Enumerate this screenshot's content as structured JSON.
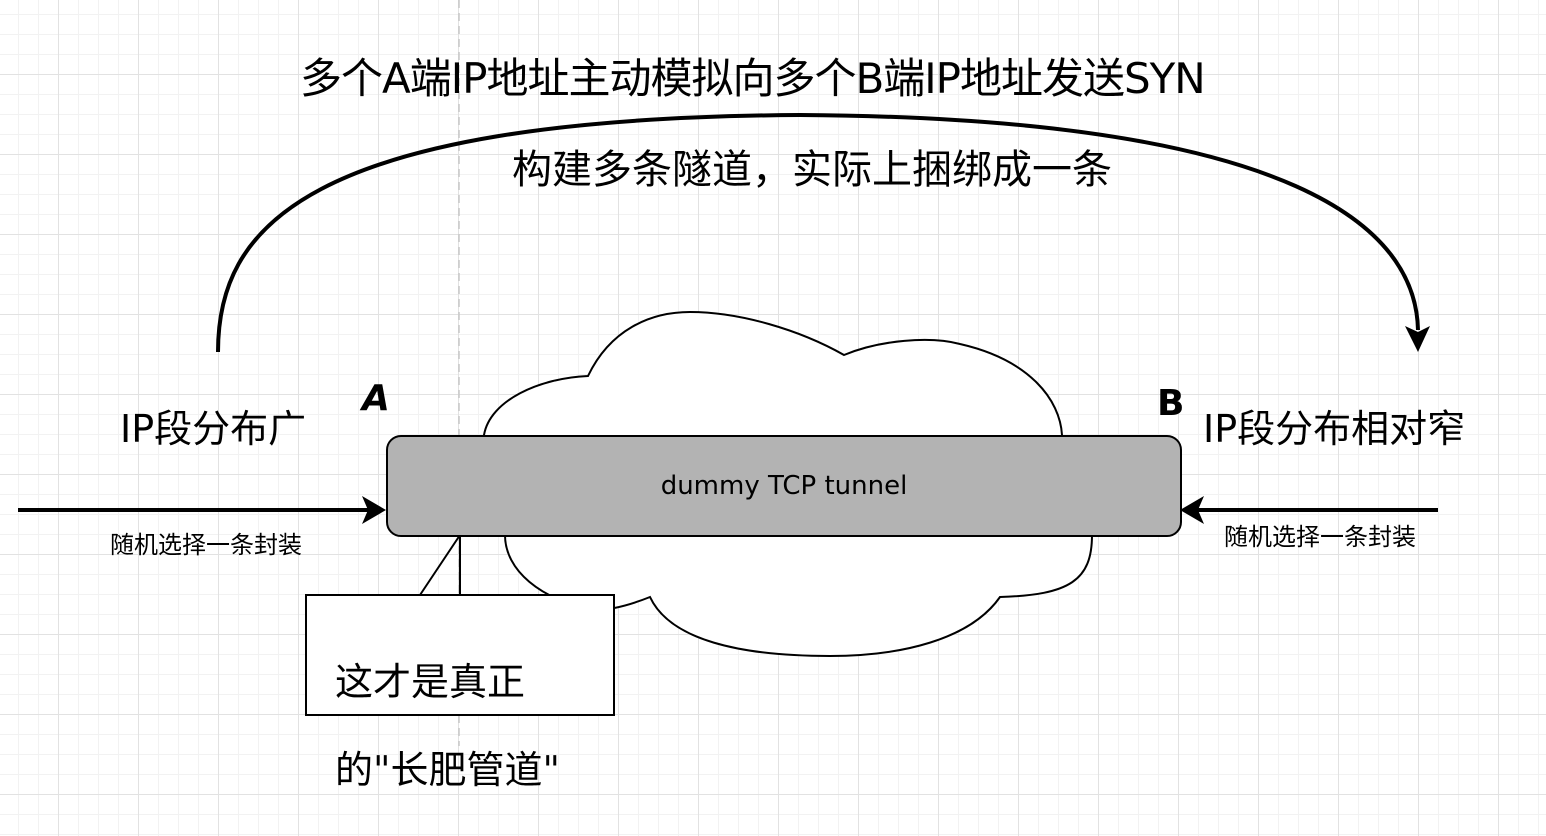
{
  "diagram": {
    "title_top": "多个A端IP地址主动模拟向多个B端IP地址发送SYN",
    "title_sub": "构建多条隧道，实际上捆绑成一条",
    "left_side": {
      "endpoint_label": "A",
      "ip_label": "IP段分布广",
      "arrow_label": "随机选择一条封装"
    },
    "right_side": {
      "endpoint_label": "B",
      "ip_label": "IP段分布相对窄",
      "arrow_label": "随机选择一条封装"
    },
    "tunnel": {
      "label": "dummy TCP tunnel",
      "fill_color": "#b3b3b3"
    },
    "callout": {
      "line1": "这才是真正",
      "line2": "的\"长肥管道\""
    },
    "shapes": {
      "cloud": "network-cloud",
      "arc_arrow": "curved-arrow-a-to-b"
    },
    "colors": {
      "stroke": "#000000",
      "background": "#ffffff",
      "grid_major": "#e2e2e2",
      "grid_minor": "#f2f2f2"
    }
  }
}
